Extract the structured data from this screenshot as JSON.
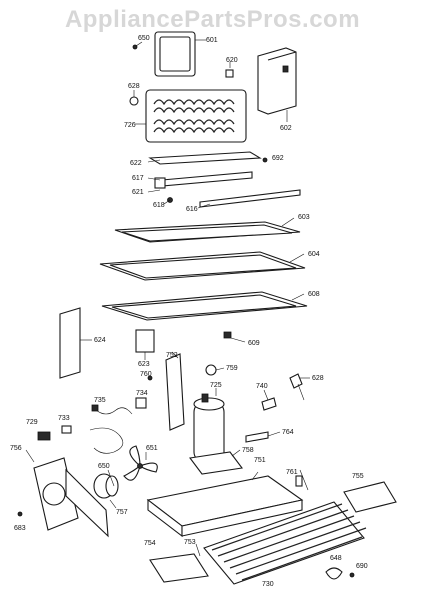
{
  "watermark": "AppliancePartsPros.com",
  "labels": {
    "p601": "601",
    "p650_top": "650",
    "p620": "620",
    "p628": "628",
    "p602": "602",
    "p726": "726",
    "p622": "622",
    "p692": "692",
    "p617": "617",
    "p621": "621",
    "p618": "618",
    "p616": "616",
    "p603": "603",
    "p604": "604",
    "p608": "608",
    "p609": "609",
    "p624": "624",
    "p623": "623",
    "p752": "752",
    "p759": "759",
    "p760": "760",
    "p725": "725",
    "p740": "740",
    "p628b": "628",
    "p735": "735",
    "p734": "734",
    "p729": "729",
    "p733": "733",
    "p764": "764",
    "p651": "651",
    "p758": "758",
    "p751": "751",
    "p650": "650",
    "p761": "761",
    "p755": "755",
    "p756": "756",
    "p757": "757",
    "p683": "683",
    "p754": "754",
    "p753": "753",
    "p730": "730",
    "p648": "648",
    "p690": "690"
  }
}
